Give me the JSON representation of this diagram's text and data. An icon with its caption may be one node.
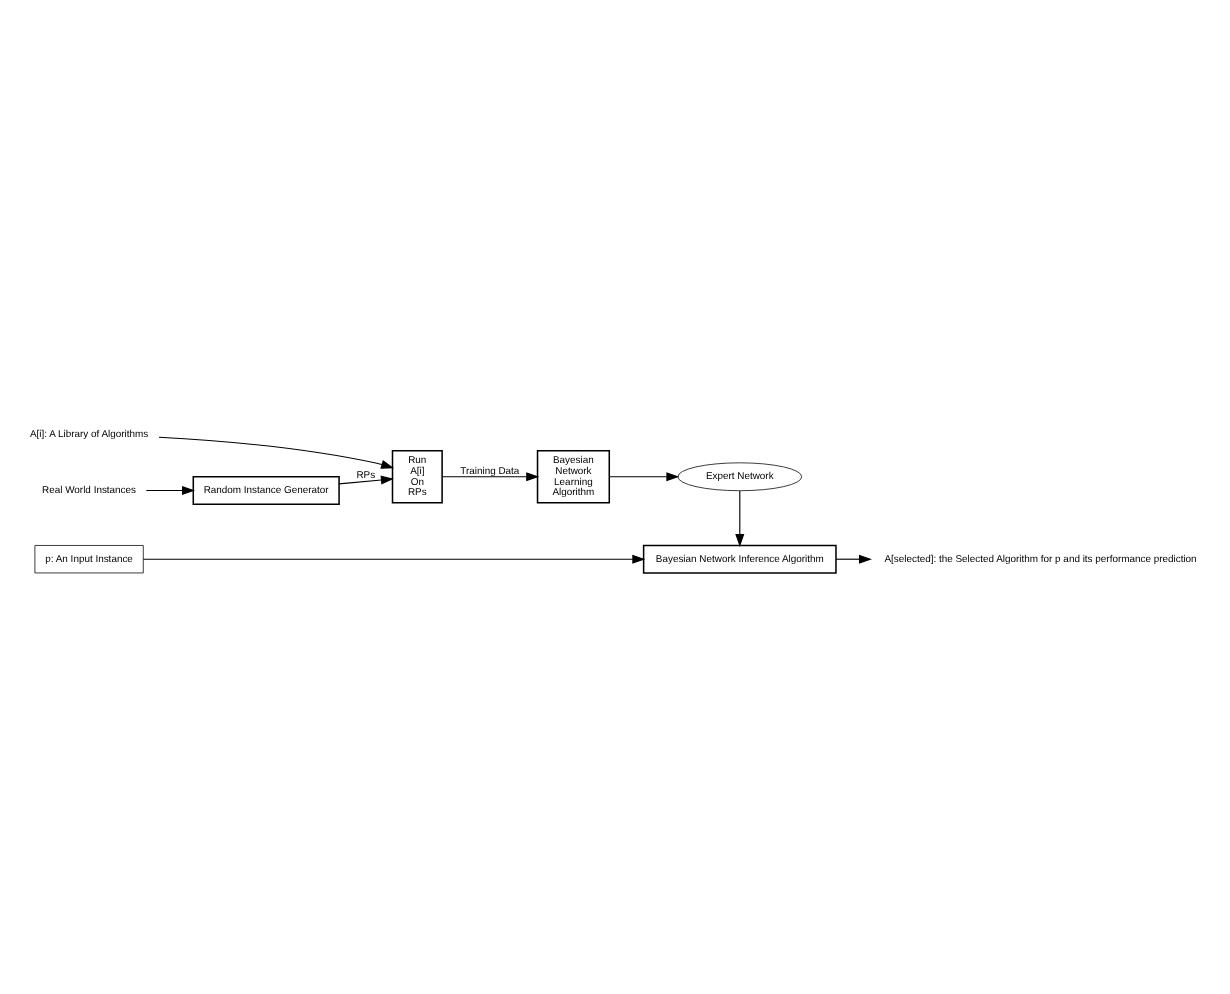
{
  "diagram": {
    "nodes": [
      {
        "text": [
          "Real World Instances"
        ]
      },
      {
        "text": [
          "Random Instance Generator"
        ]
      },
      {
        "text": [
          "Run A[i] On RPs"
        ]
      },
      {
        "text": [
          "A[i]: A Library of Algorithms"
        ]
      },
      {
        "text": [
          "Bayesian Network Learning Algorithm"
        ]
      },
      {
        "text": [
          "Expert Network"
        ]
      },
      {
        "text": [
          "p: An Input Instance"
        ]
      },
      {
        "text": [
          "Bayesian Network Inference Algorithm"
        ]
      },
      {
        "text": [
          "A[selected]: the Selected Algorithm for p and its performance prediction"
        ]
      }
    ],
    "edges": [
      {
        "from": 0,
        "to": 1,
        "arrow": "to"
      },
      {
        "from": 1,
        "to": 2,
        "arrow": "to",
        "label": "RPs"
      },
      {
        "from": 3,
        "to": 2,
        "arrow": "to"
      },
      {
        "from": 2,
        "to": 4,
        "arrow": "to",
        "label": "Training Data"
      },
      {
        "from": 4,
        "to": 5,
        "arrow": "to"
      },
      {
        "from": 6,
        "to": 7,
        "arrow": "to"
      },
      {
        "from": 5,
        "to": 7,
        "arrow": "to"
      },
      {
        "from": 7,
        "to": 8,
        "arrow": "to"
      }
    ]
  }
}
